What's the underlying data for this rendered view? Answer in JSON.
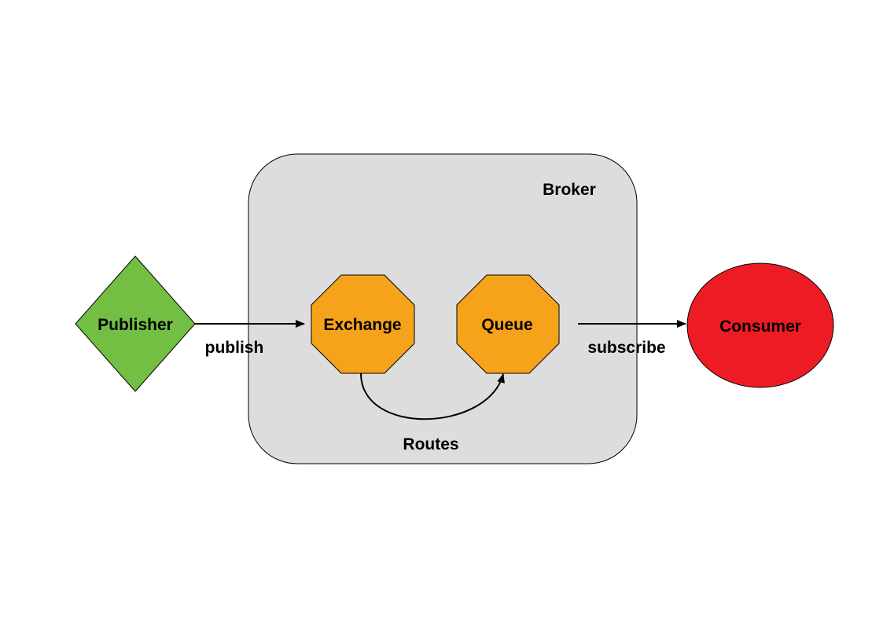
{
  "broker": {
    "label": "Broker",
    "fill": "#dddddd"
  },
  "nodes": {
    "publisher": {
      "label": "Publisher",
      "fill": "#72bf44"
    },
    "exchange": {
      "label": "Exchange",
      "fill": "#f6a31b"
    },
    "queue": {
      "label": "Queue",
      "fill": "#f6a31b"
    },
    "consumer": {
      "label": "Consumer",
      "fill": "#ed1c24"
    }
  },
  "edges": {
    "publish": {
      "label": "publish"
    },
    "routes": {
      "label": "Routes"
    },
    "subscribe": {
      "label": "subscribe"
    }
  }
}
